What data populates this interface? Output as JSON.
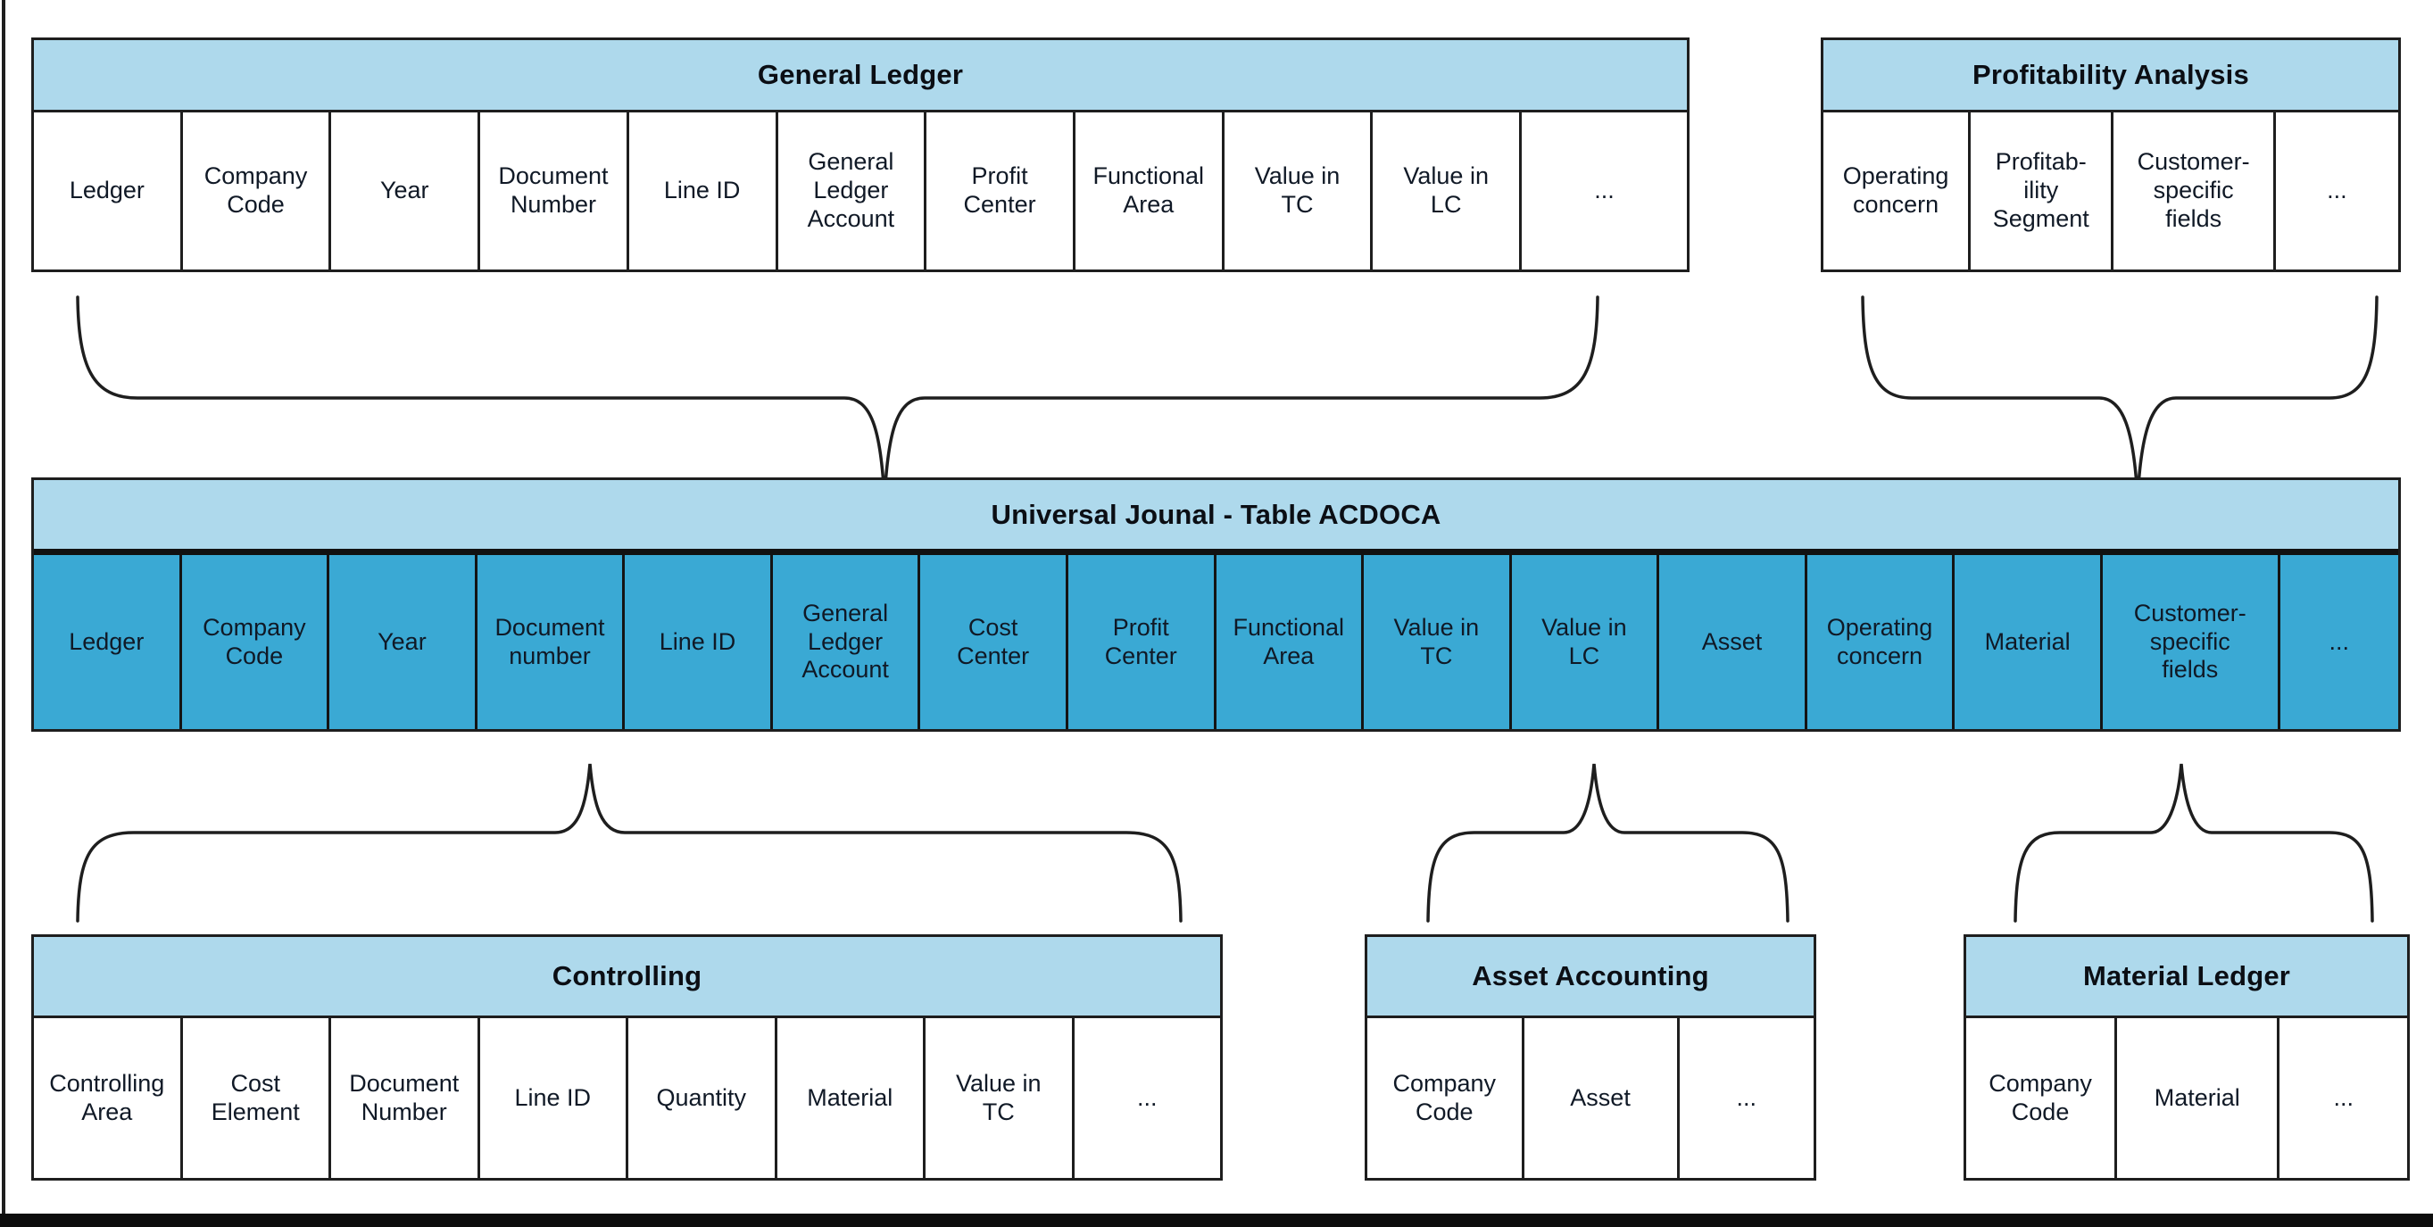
{
  "colors": {
    "header_fill": "#aed9ec",
    "acdoca_cell_fill": "#3aa9d4",
    "line_color": "#1e1e1e",
    "text_color": "#101926"
  },
  "tables": {
    "general_ledger": {
      "title": "General Ledger",
      "columns": [
        "Ledger",
        "Company\nCode",
        "Year",
        "Document\nNumber",
        "Line ID",
        "General\nLedger\nAccount",
        "Profit\nCenter",
        "Functional\nArea",
        "Value in\nTC",
        "Value in\nLC",
        "..."
      ]
    },
    "profitability_analysis": {
      "title": "Profitability Analysis",
      "columns": [
        "Operating\nconcern",
        "Profitab-\nility\nSegment",
        "Customer-\nspecific\nfields",
        "..."
      ]
    },
    "universal_journal": {
      "title": "Universal Jounal - Table ACDOCA",
      "columns": [
        "Ledger",
        "Company\nCode",
        "Year",
        "Document\nnumber",
        "Line ID",
        "General\nLedger\nAccount",
        "Cost\nCenter",
        "Profit\nCenter",
        "Functional\nArea",
        "Value in\nTC",
        "Value in\nLC",
        "Asset",
        "Operating\nconcern",
        "Material",
        "Customer-\nspecific\nfields",
        "..."
      ]
    },
    "controlling": {
      "title": "Controlling",
      "columns": [
        "Controlling\nArea",
        "Cost\nElement",
        "Document\nNumber",
        "Line ID",
        "Quantity",
        "Material",
        "Value in\nTC",
        "..."
      ]
    },
    "asset_accounting": {
      "title": "Asset Accounting",
      "columns": [
        "Company\nCode",
        "Asset",
        "..."
      ]
    },
    "material_ledger": {
      "title": "Material Ledger",
      "columns": [
        "Company\nCode",
        "Material",
        "..."
      ]
    }
  }
}
